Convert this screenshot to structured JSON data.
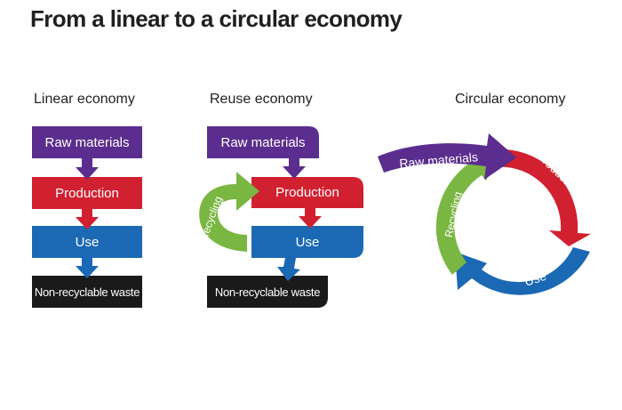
{
  "title": "From a linear to a circular economy",
  "linear": {
    "label": "Linear economy",
    "steps": [
      "Raw materials",
      "Production",
      "Use",
      "Non-recyclable waste"
    ]
  },
  "reuse": {
    "label": "Reuse economy",
    "steps": [
      "Raw materials",
      "Production",
      "Use",
      "Non-recyclable waste"
    ],
    "loop_label": "Recycling"
  },
  "circular": {
    "label": "Circular economy",
    "input_label": "Raw materials",
    "cycle": [
      "Production",
      "Use",
      "Recycling"
    ]
  },
  "colors": {
    "raw": "#5b2d8e",
    "production": "#d1202f",
    "use": "#1b69b5",
    "waste": "#1a1a1a",
    "recycling": "#7ab642"
  }
}
